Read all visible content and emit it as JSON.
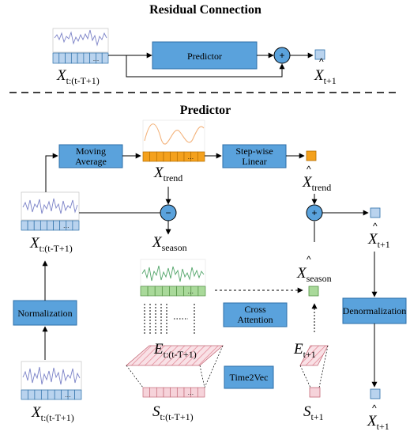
{
  "titles": {
    "residual": "Residual Connection",
    "predictor": "Predictor"
  },
  "boxes": {
    "predictor": "Predictor",
    "moving_average": [
      "Moving",
      "Average"
    ],
    "step_wise_linear": [
      "Step-wise",
      "Linear"
    ],
    "normalization": "Normalization",
    "cross_attention": [
      "Cross",
      "Attention"
    ],
    "denormalization": "Denormalization",
    "time2vec": "Time2Vec"
  },
  "symbols": {
    "plus": "+",
    "minus": "−",
    "ellipsis": "…",
    "hat": "^"
  },
  "math": {
    "X": "X",
    "E": "E",
    "S": "S",
    "sub_input": "t:(t-T+1)",
    "sub_next": "t+1",
    "sub_trend": "trend",
    "sub_season": "season"
  },
  "colors": {
    "box_fill": "#5aa2dc",
    "box_stroke": "#2c6fa8",
    "cell_blue": "#b9d3ee",
    "cell_orange": "#f4a11d",
    "cell_green": "#a9d99a",
    "cell_pink": "#f6d3da",
    "hatch": "#e07f8e",
    "series_blue": "#7b82c7",
    "series_orange": "#f3b27a",
    "series_green": "#53a56a",
    "node_fill": "#5aa2dc"
  }
}
